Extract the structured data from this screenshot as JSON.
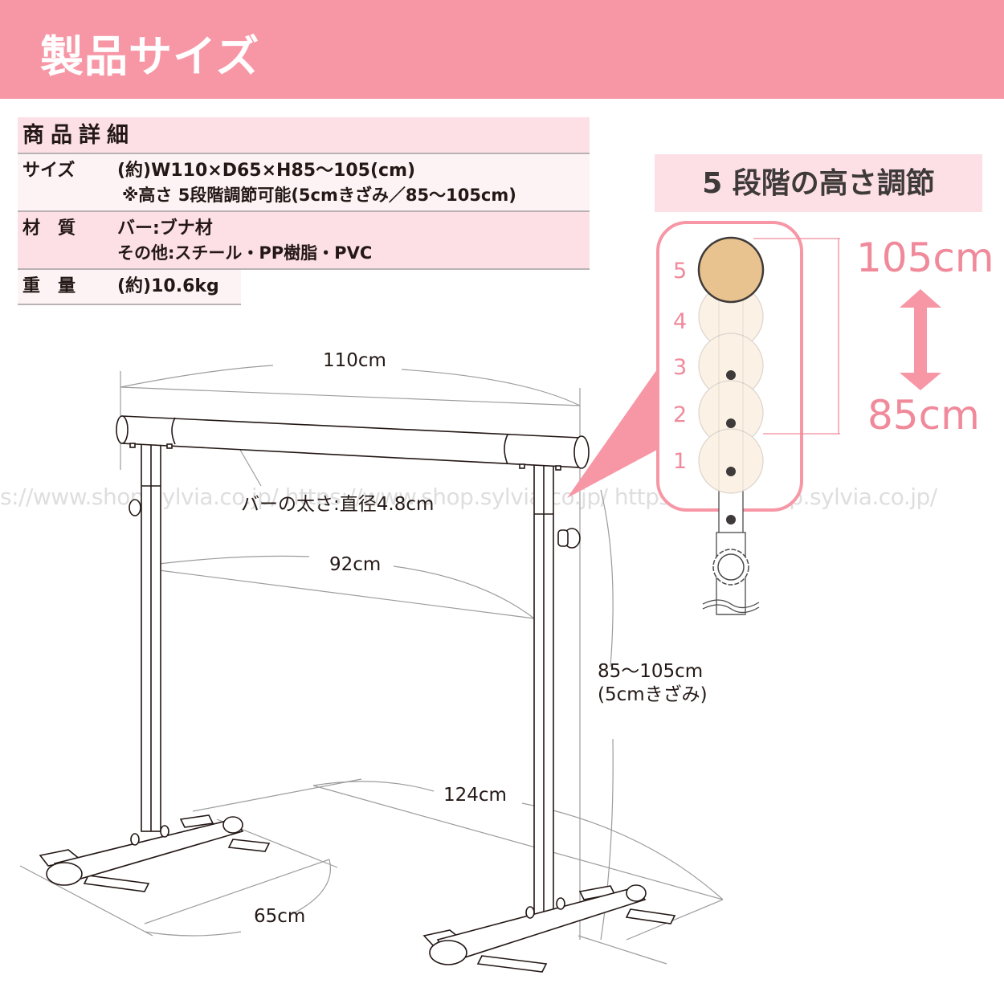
{
  "header": {
    "title": "製品サイズ"
  },
  "spec_table": {
    "title": "商品詳細",
    "rows": [
      {
        "label": "サイズ",
        "value": "(約)W110×D65×H85～105(cm)",
        "sub": "※高さ 5段階調節可能(5cmきざみ／85～105cm)"
      },
      {
        "label": "材　質",
        "value": "バー:ブナ材",
        "sub": "その他:スチール・PP樹脂・PVC"
      },
      {
        "label": "重　量",
        "value": "(約)10.6kg"
      }
    ]
  },
  "adjust_panel": {
    "title": "5 段階の高さ調節",
    "levels": [
      "5",
      "4",
      "3",
      "2",
      "1"
    ],
    "max_label": "105cm",
    "min_label": "85cm"
  },
  "dimensions": {
    "width": "110cm",
    "bar_diameter": "バーの太さ:直径4.8cm",
    "inner_width": "92cm",
    "height": "85～105cm",
    "height_step": "(5cmきざみ)",
    "base_length": "124cm",
    "depth": "65cm"
  },
  "watermark": "s://www.shop.sylvia.co.jp/ https://www.shop.sylvia.co.jp/ https://www.shop.sylvia.co.jp/",
  "colors": {
    "accent_pink": "#f797a6",
    "light_pink": "#fde0e6",
    "text_pink": "#f08a9b",
    "wood": "#e9c38f"
  }
}
